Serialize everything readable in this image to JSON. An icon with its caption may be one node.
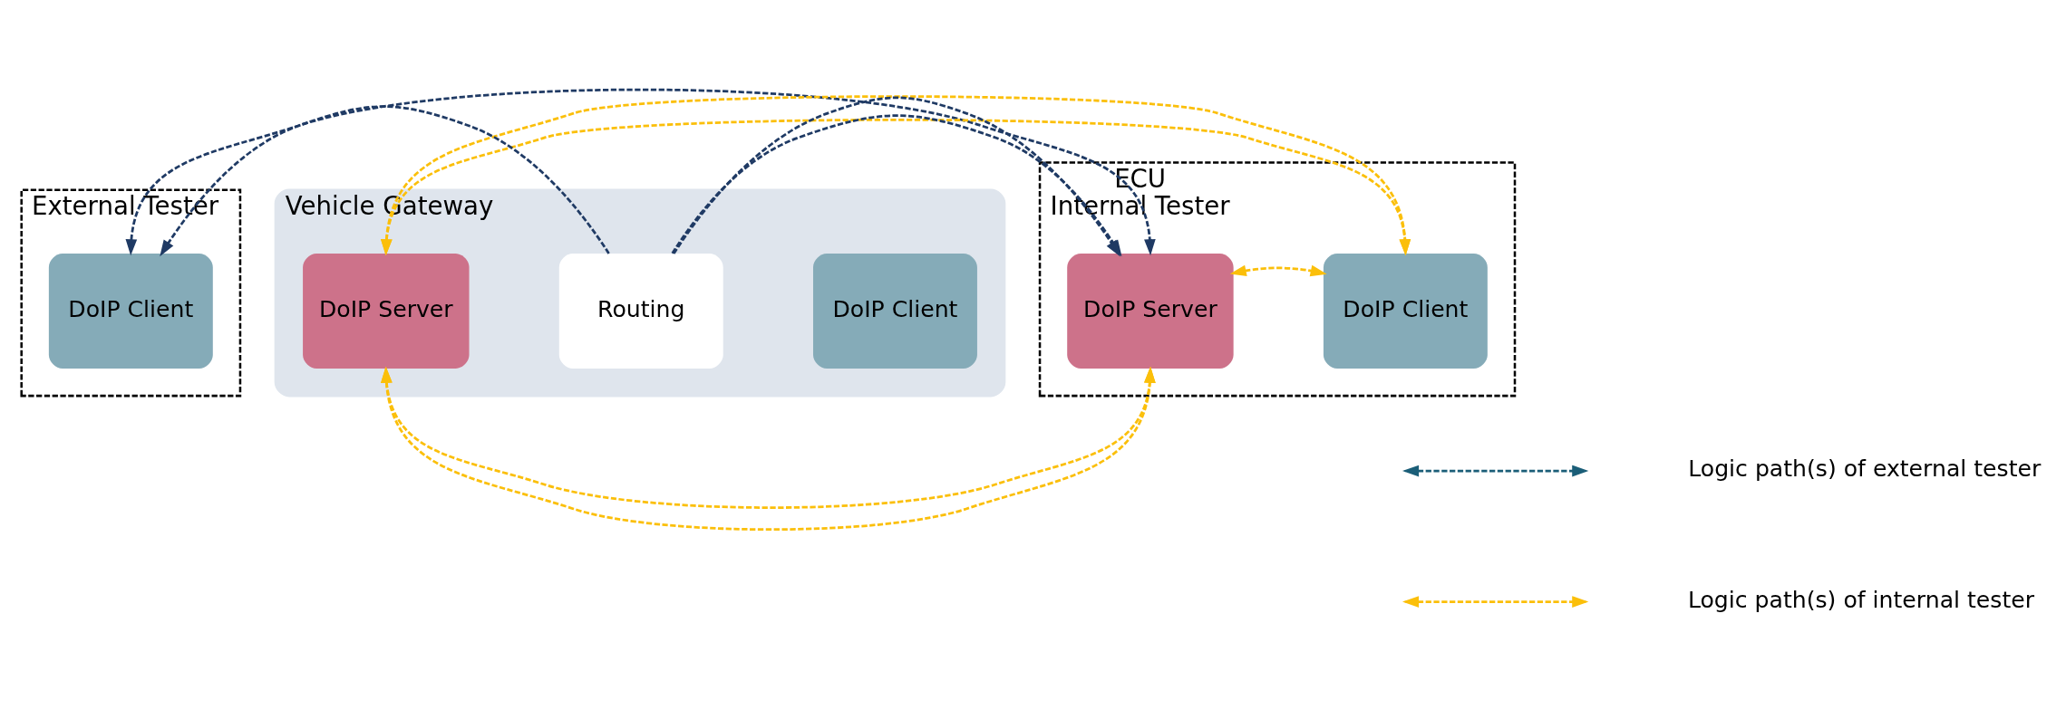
{
  "diagram": {
    "nodes": [
      {
        "text": [
          "External Tester"
        ]
      },
      {
        "text": [
          "DoIP Client"
        ],
        "in": 0
      },
      {
        "text": [
          "Vehicle Gateway"
        ]
      },
      {
        "text": [
          "DoIP Server"
        ],
        "in": 2
      },
      {
        "text": [
          "Routing"
        ],
        "in": 2
      },
      {
        "text": [
          "DoIP Client"
        ],
        "in": 2
      },
      {
        "text": [
          "ECU",
          "Internal Tester"
        ]
      },
      {
        "text": [
          "DoIP Server"
        ],
        "in": 6
      },
      {
        "text": [
          "DoIP Client"
        ],
        "in": 6
      }
    ],
    "edges": [
      {
        "from": 1,
        "to": 7,
        "arrow": "both",
        "style": "dashed",
        "color": "#1f3a64"
      },
      {
        "from": 4,
        "to": 1,
        "arrow": "to",
        "style": "dashed",
        "color": "#1f3a64"
      },
      {
        "from": 4,
        "to": 7,
        "arrow": "to",
        "style": "dashed",
        "color": "#1f3a64"
      },
      {
        "from": 3,
        "to": 8,
        "arrow": "both",
        "style": "dashed",
        "color": "#fbbf0a"
      },
      {
        "from": 3,
        "to": 7,
        "arrow": "both",
        "style": "dashed",
        "color": "#fbbf0a"
      },
      {
        "from": 7,
        "to": 8,
        "arrow": "both",
        "style": "dashed",
        "color": "#fbbf0a"
      }
    ],
    "legend": [
      {
        "text": "Logic path(s) of external tester"
      },
      {
        "text": "Logic path(s) of internal tester"
      }
    ]
  }
}
